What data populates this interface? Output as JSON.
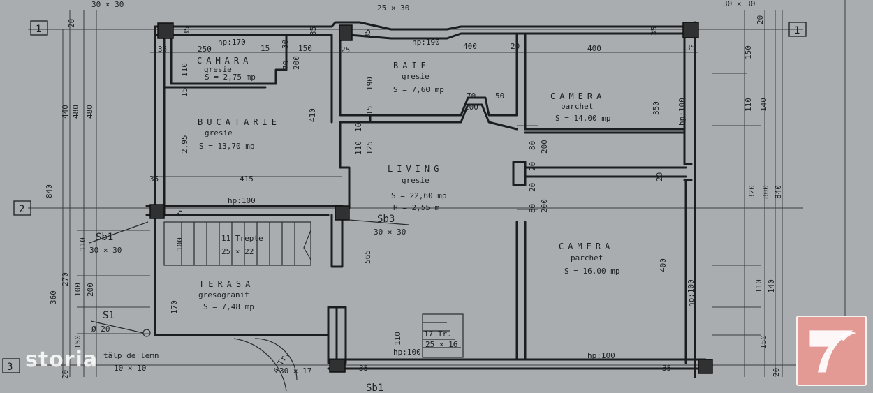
{
  "rooms": {
    "camara": {
      "name": "CAMARA",
      "floor": "gresie",
      "area": "S = 2,75 mp"
    },
    "baie": {
      "name": "BAIE",
      "floor": "gresie",
      "area": "S = 7,60 mp"
    },
    "camera1": {
      "name": "CAMERA",
      "floor": "parchet",
      "area": "S = 14,00 mp"
    },
    "bucatarie": {
      "name": "BUCATARIE",
      "floor": "gresie",
      "area": "S = 13,70 mp"
    },
    "living": {
      "name": "LIVING",
      "floor": "gresie",
      "area": "S = 22,60 mp",
      "height": "H = 2,55 m"
    },
    "camera2": {
      "name": "CAMERA",
      "floor": "parchet",
      "area": "S = 16,00 mp"
    },
    "terasa": {
      "name": "TERASA",
      "floor": "gresogranit",
      "area": "S = 7,48 mp"
    }
  },
  "stairs": {
    "main_steps": "11 Trepte",
    "main_size": "25 × 22",
    "small_steps": "17 Tr.",
    "small_size": "25 × 16"
  },
  "columns": {
    "sb1": "Sb1",
    "sb1_size": "30 × 30",
    "sb3": "Sb3",
    "sb3_size": "30 × 30",
    "sb1_bottom": "Sb1",
    "s1": "S1",
    "s1_size": "Ø 20",
    "top_left_size": "30 × 30",
    "top_mid_size": "25 × 30",
    "top_right_size": "30 × 30"
  },
  "notes": {
    "talp": "tălp de lemn",
    "talp_size": "10 × 10",
    "step_note": "4 Tr.",
    "step_note_size": "30 × 17"
  },
  "axes": {
    "a1_left": "1",
    "a1_right": "1",
    "a2": "2",
    "a3": "3"
  },
  "dims": {
    "d35a": "35",
    "d250": "250",
    "d15a": "15",
    "d30a": "30",
    "d150a": "150",
    "d20a": "20",
    "hp170": "hp:170",
    "d35b": "35",
    "d25a": "25",
    "hp190": "hp:190",
    "d400a": "400",
    "d20b": "20",
    "d400b": "400",
    "d35c": "35",
    "d110a": "110",
    "d70a": "70",
    "d200a": "200",
    "d15b": "15",
    "d190": "190",
    "d15c": "15",
    "d70b": "70",
    "d50": "50",
    "d200b": "200",
    "d350": "350",
    "hp100a": "hp:100",
    "d295": "2,95",
    "d410": "410",
    "d10": "10",
    "d110b": "110",
    "d125": "125",
    "d80a": "80",
    "d200c": "200",
    "d20c": "20",
    "d20d": "20",
    "d20e": "20",
    "d35d": "35",
    "d415": "415",
    "hp100b": "hp:100",
    "d35e": "35",
    "d80b": "80",
    "d200d": "200",
    "d100a": "100",
    "d565": "565",
    "d170": "170",
    "d400c": "400",
    "hp100c": "hp:100",
    "d110c": "110",
    "hp100d": "hp:100",
    "hp100e": "hp:100",
    "d35f": "35",
    "d35g": "35",
    "L440": "440",
    "L480a": "480",
    "L480b": "480",
    "L840": "840",
    "L20a": "20",
    "L110": "110",
    "L270": "270",
    "L100": "100",
    "L200": "200",
    "L360": "360",
    "L150": "150",
    "L20b": "20",
    "R150": "150",
    "R110a": "110",
    "R140a": "140",
    "R320": "320",
    "R800": "800",
    "R840": "840",
    "R110b": "110",
    "R140b": "140",
    "R150b": "150",
    "R20a": "20",
    "R20b": "20",
    "top30a": "30 × 30",
    "top25": "25 × 30",
    "top30b": "30 × 30"
  },
  "watermark": "storia",
  "colors": {
    "paper": "#a9adb0",
    "ink": "#1b1d1f",
    "logo": "#e39a94"
  }
}
